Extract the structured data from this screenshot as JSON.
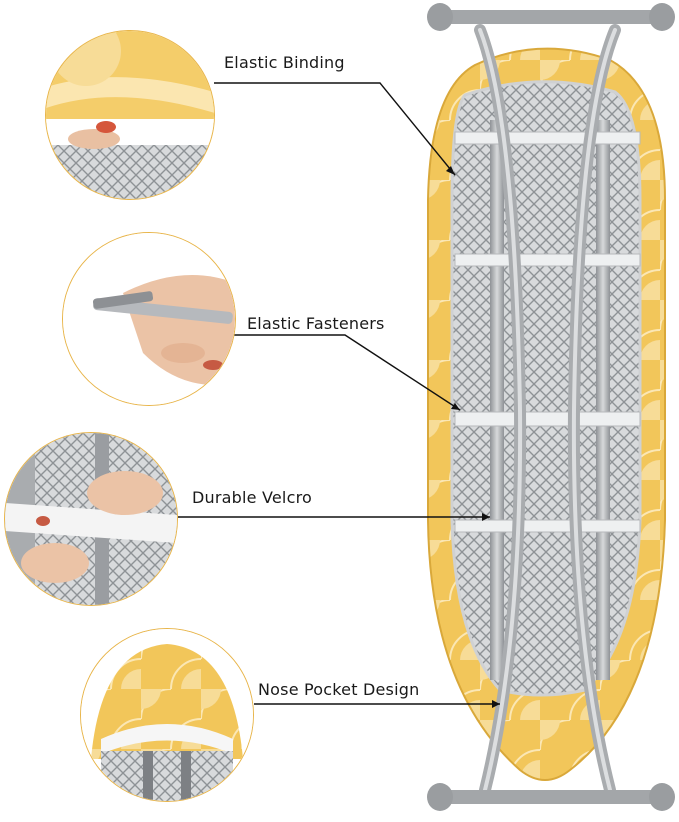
{
  "callouts": [
    {
      "label": "Elastic Binding"
    },
    {
      "label": "Elastic Fasteners"
    },
    {
      "label": "Durable Velcro"
    },
    {
      "label": "Nose Pocket Design"
    }
  ],
  "colors": {
    "cover_yellow": "#f2c65a",
    "cover_light": "#f8e6b0",
    "frame_metal": "#b9bcbf",
    "mesh_gray": "#9ea2a6",
    "circle_border": "#e8b54a",
    "line": "#111111"
  }
}
